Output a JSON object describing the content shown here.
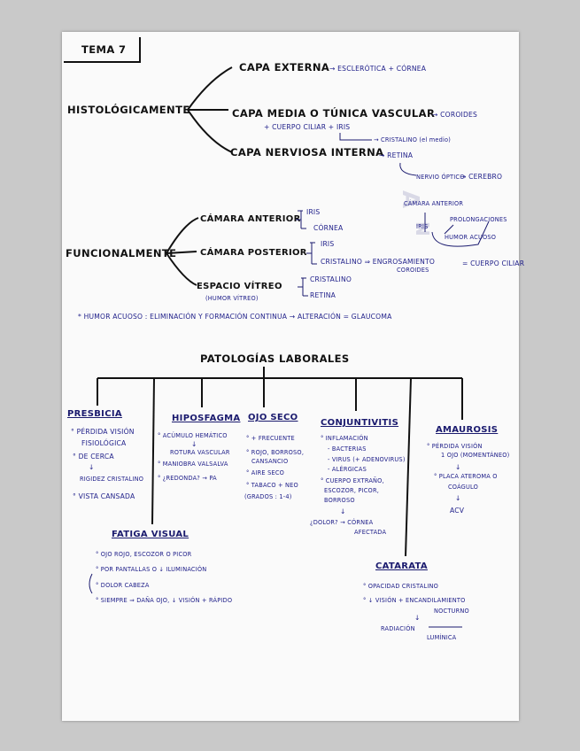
{
  "tema": "TEMA 7",
  "histologicamente": {
    "label": "HISTOLÓGICAMENTE",
    "externa": "CAPA EXTERNA",
    "externa_detail": "→ ESCLERÓTICA + CÓRNEA",
    "media": "CAPA MEDIA O TÚNICA VASCULAR",
    "media_detail": "→ COROIDES",
    "media_sub": "+ CUERPO CILIAR + IRIS",
    "media_cristalino": "→ CRISTALINO (el medio)",
    "nerviosa": "CAPA NERVIOSA INTERNA",
    "nerviosa_detail": "→ RETINA",
    "nervio": "NERVIO ÓPTICO",
    "cerebro": "→ CEREBRO"
  },
  "side_diagram": {
    "camara": "CÁMARA ANTERIOR",
    "iris": "IRIS",
    "prolongaciones": "PROLONGACIONES",
    "humor": "HUMOR ACUOSO"
  },
  "funcionalmente": {
    "label": "FUNCIONALMENTE",
    "anterior": "CÁMARA ANTERIOR",
    "anterior_items": [
      "IRIS",
      "CÓRNEA"
    ],
    "posterior": "CÁMARA POSTERIOR",
    "posterior_items": [
      "IRIS",
      "CRISTALINO ⇒ ENGROSAMIENTO"
    ],
    "coroides": "COROIDES",
    "cuerpo_ciliar": "= CUERPO CILIAR",
    "vitreo": "ESPACIO VÍTREO",
    "vitreo_sub": "(HUMOR VÍTREO)",
    "vitreo_items": [
      "CRISTALINO",
      "RETINA"
    ]
  },
  "humor_note": "* HUMOR ACUOSO : ELIMINACIÓN Y FORMACIÓN CONTINUA → ALTERACIÓN = GLAUCOMA",
  "patologias": {
    "title": "PATOLOGÍAS LABORALES",
    "presbicia": {
      "title": "PRESBICIA",
      "items": [
        "° PÉRDIDA VISIÓN",
        "FISIOLÓGICA",
        "° DE CERCA",
        "↓",
        "RIGIDEZ CRISTALINO",
        "° VISTA CANSADA"
      ]
    },
    "hiposfagma": {
      "title": "HIPOSFAGMA",
      "items": [
        "° ACÚMULO HEMÁTICO",
        "↓",
        "ROTURA VASCULAR",
        "° MANIOBRA VALSALVA",
        "° ¿REDONDA? → PA"
      ]
    },
    "ojoseco": {
      "title": "OJO SECO",
      "items": [
        "° + FRECUENTE",
        "° ROJO, BORROSO,",
        "CANSANCIO",
        "° AIRE SECO",
        "° TABACO + NEO",
        "(GRADOS : 1-4)"
      ]
    },
    "conjuntivitis": {
      "title": "CONJUNTIVITIS",
      "items": [
        "° INFLAMACIÓN",
        "- BACTERIAS",
        "- VIRUS (+ ADENOVIRUS)",
        "- ALÉRGICAS",
        "° CUERPO EXTRAÑO,",
        "ESCOZOR, PICOR,",
        "BORROSO",
        "↓",
        "¿DOLOR? → CÓRNEA",
        "AFECTADA"
      ]
    },
    "amaurosis": {
      "title": "AMAUROSIS",
      "items": [
        "° PÉRDIDA VISIÓN",
        "1 OJO (MOMENTÁNEO)",
        "↓",
        "° PLACA ATEROMA O",
        "COÁGULO",
        "↓",
        "ACV"
      ]
    },
    "fatiga": {
      "title": "FATIGA VISUAL",
      "items": [
        "° OJO ROJO, ESCOZOR O PICOR",
        "° POR PANTALLAS O ↓ ILUMINACIÓN",
        "° DOLOR CABEZA",
        "° SIEMPRE ⇒ DAÑA OJO, ↓ VISIÓN + RÁPIDO"
      ]
    },
    "catarata": {
      "title": "CATARATA",
      "items": [
        "° OPACIDAD CRISTALINO",
        "° ↓ VISIÓN + ENCANDILAMIENTO",
        "NOCTURNO",
        "↓",
        "RADIACIÓN",
        "LUMÍNICA"
      ]
    }
  }
}
